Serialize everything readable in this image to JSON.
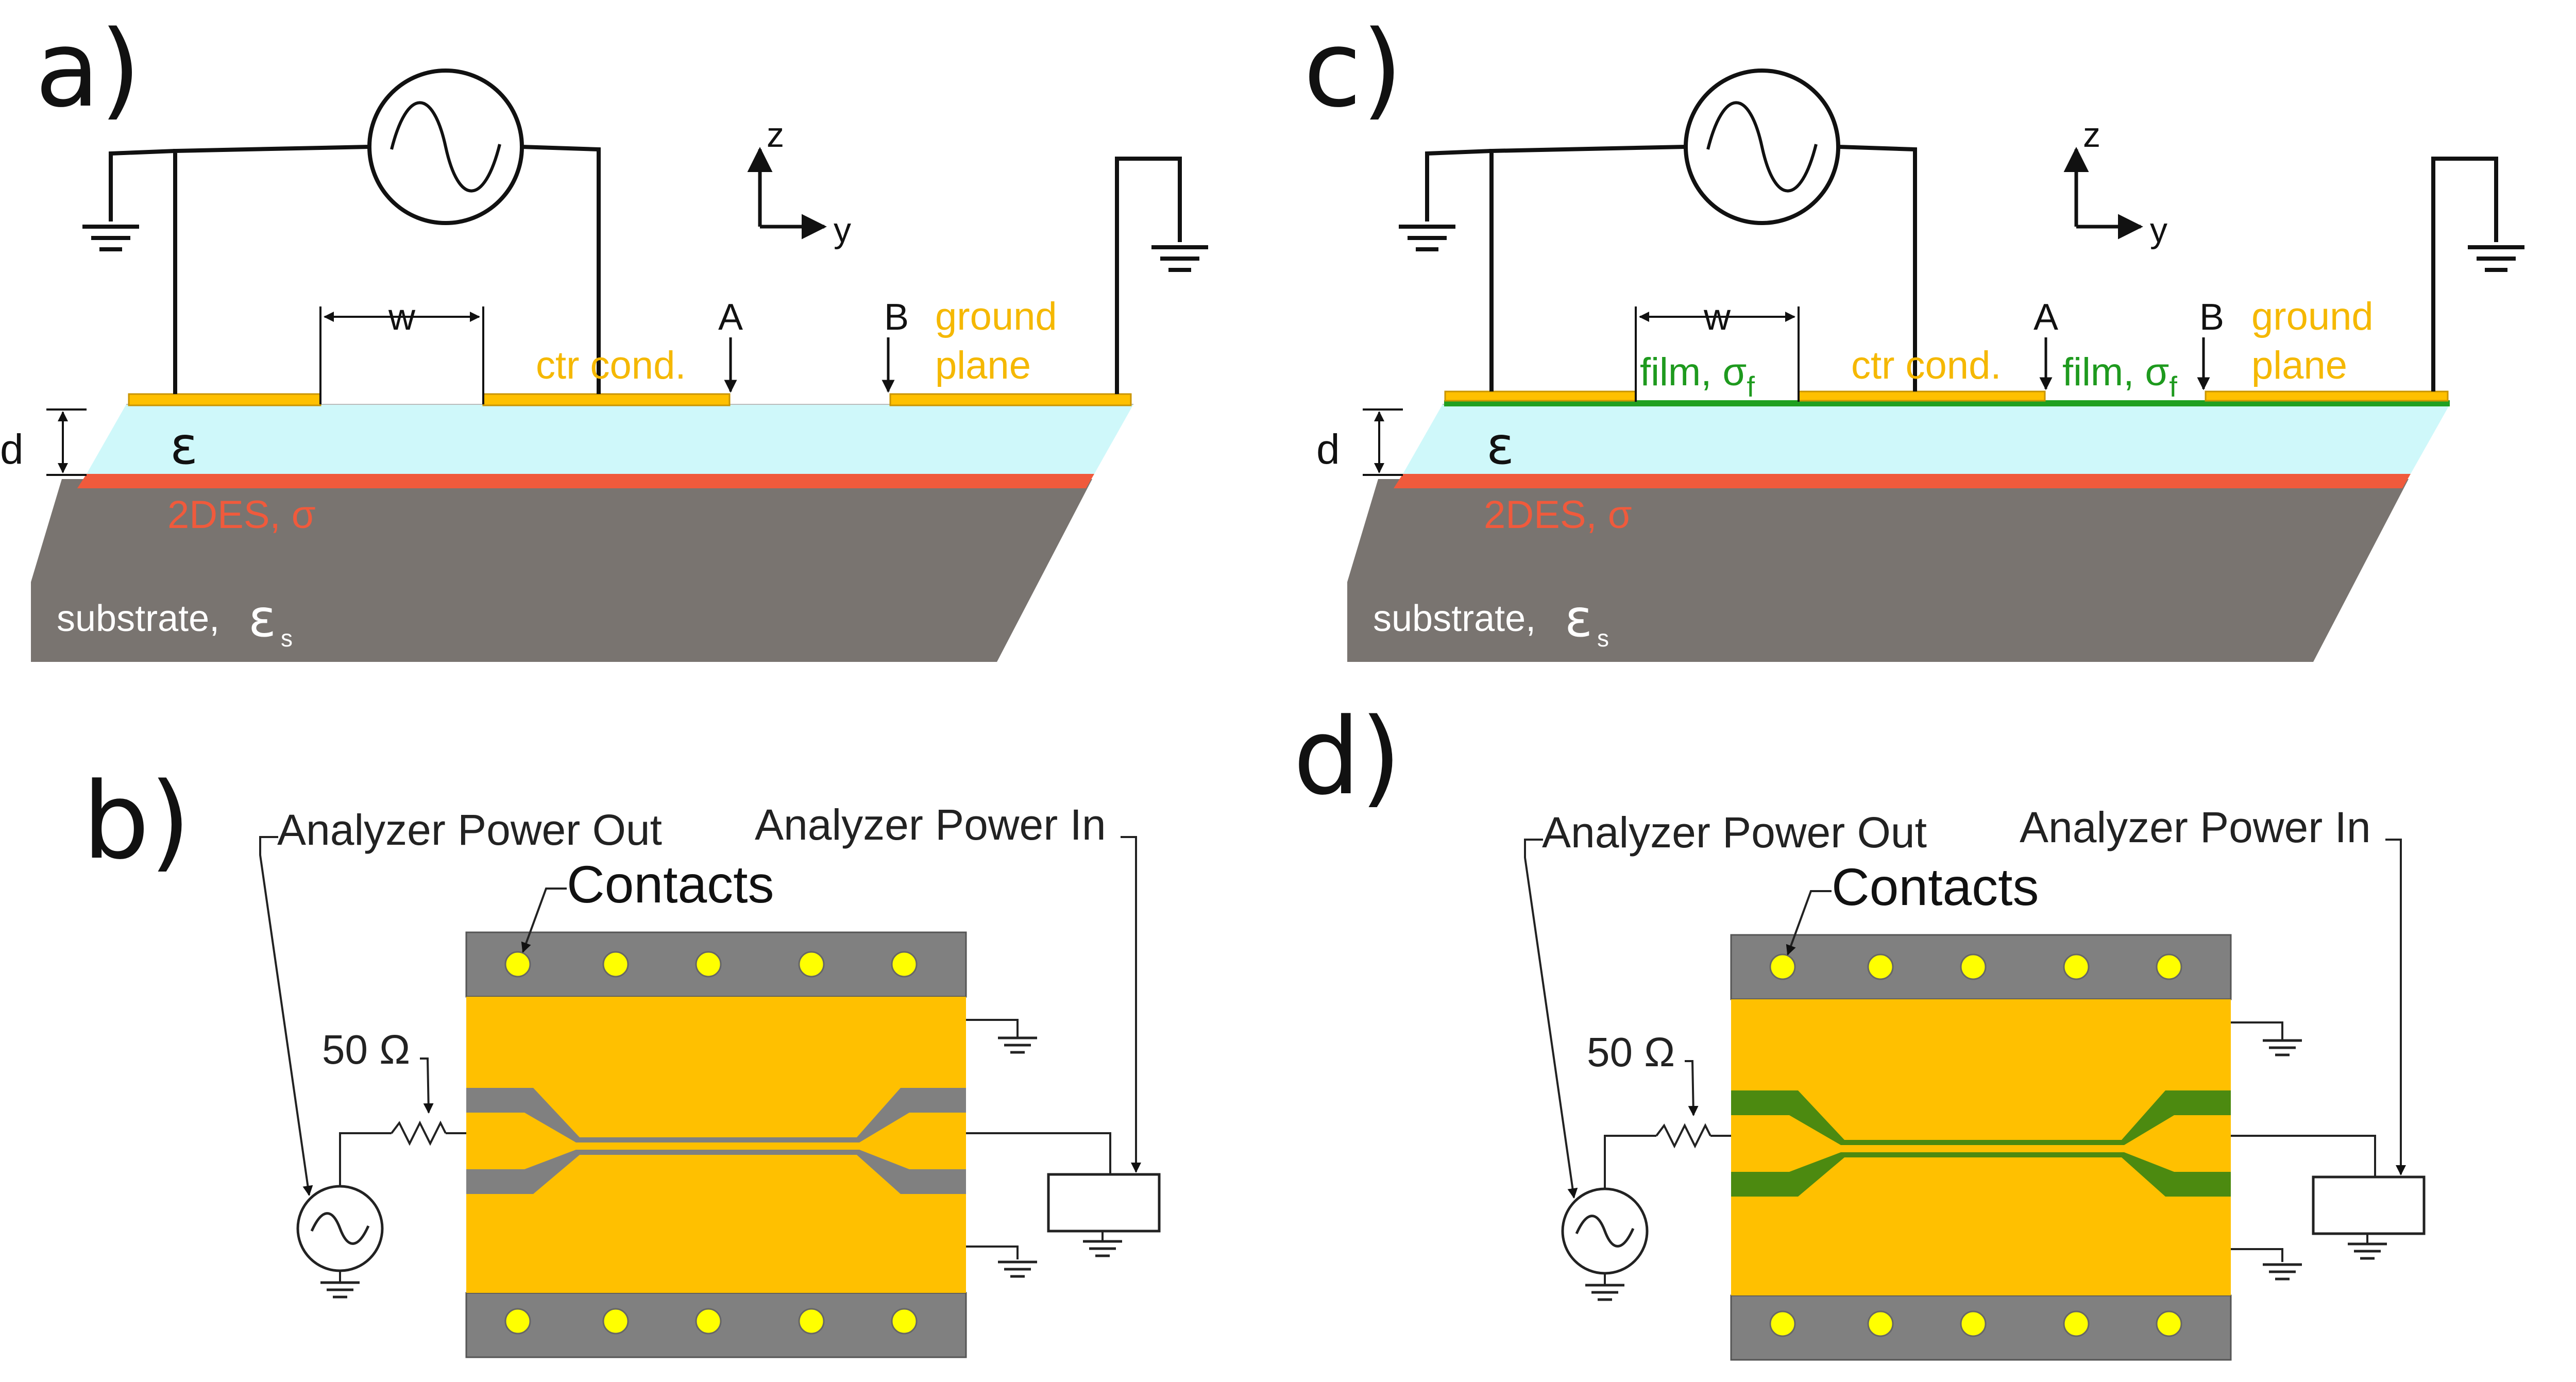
{
  "colors": {
    "gold": "#FFC000",
    "gold_edge": "#C99500",
    "dielectric": "#CFF8FA",
    "twodes": "#F05A3C",
    "substrate": "#797470",
    "film": "#20A020",
    "film_dark": "#4C8A10",
    "board_gray": "#808080",
    "contact": "#FFFF00"
  },
  "panel_a": {
    "letter": "a)",
    "axis_z": "z",
    "axis_y": "y",
    "w_label": "w",
    "A_label": "A",
    "B_label": "B",
    "ctr_cond": "ctr cond.",
    "ground_line1": "ground",
    "ground_line2": "plane",
    "d_label": "d",
    "epsilon": "ε",
    "twodes": "2DES, σ",
    "substrate_text": "substrate,",
    "eps_s_main": "ε",
    "eps_s_sub": "s"
  },
  "panel_c": {
    "letter": "c)",
    "axis_z": "z",
    "axis_y": "y",
    "w_label": "w",
    "A_label": "A",
    "B_label": "B",
    "film_left": "film, σ",
    "film_right": "film, σ",
    "film_sub": "f",
    "ctr_cond": "ctr cond.",
    "ground_line1": "ground",
    "ground_line2": "plane",
    "d_label": "d",
    "epsilon": "ε",
    "twodes": "2DES, σ",
    "substrate_text": "substrate,",
    "eps_s_main": "ε",
    "eps_s_sub": "s"
  },
  "panel_b": {
    "letter": "b)",
    "power_out": "Analyzer Power Out",
    "power_in": "Analyzer Power In",
    "contacts": "Contacts",
    "resistor": "50 Ω"
  },
  "panel_d": {
    "letter": "d)",
    "power_out": "Analyzer Power Out",
    "power_in": "Analyzer Power In",
    "contacts": "Contacts",
    "resistor": "50 Ω"
  }
}
